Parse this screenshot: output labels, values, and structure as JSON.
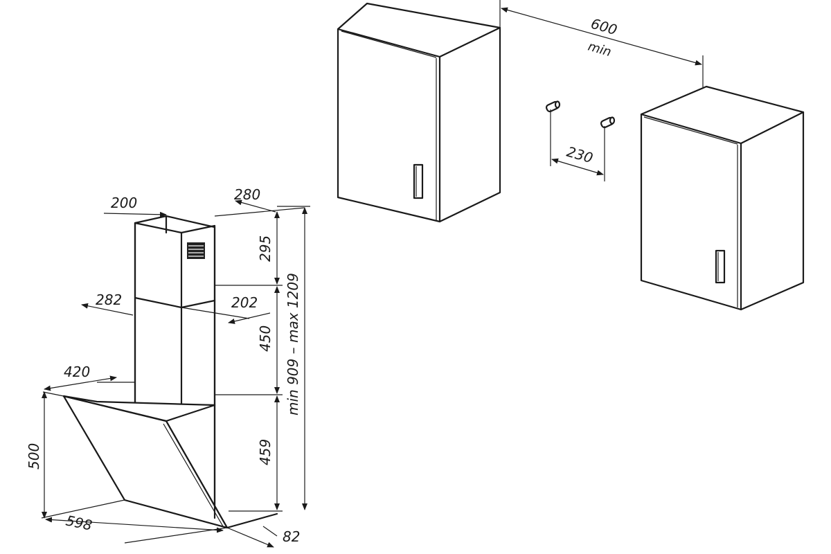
{
  "dimensions": {
    "chimney_depth": "200",
    "chimney_width": "280",
    "upper_chimney_height": "295",
    "lower_chimney_width": "282",
    "lower_chimney_depth": "202",
    "lower_chimney_height": "450",
    "total_height_range": "min 909 – max 1209",
    "hood_depth": "420",
    "hood_height": "500",
    "hood_body_height": "459",
    "hood_width": "598",
    "glass_thickness": "82",
    "cabinet_gap_value": "600",
    "cabinet_gap_unit": "min",
    "mount_spacing": "230"
  }
}
